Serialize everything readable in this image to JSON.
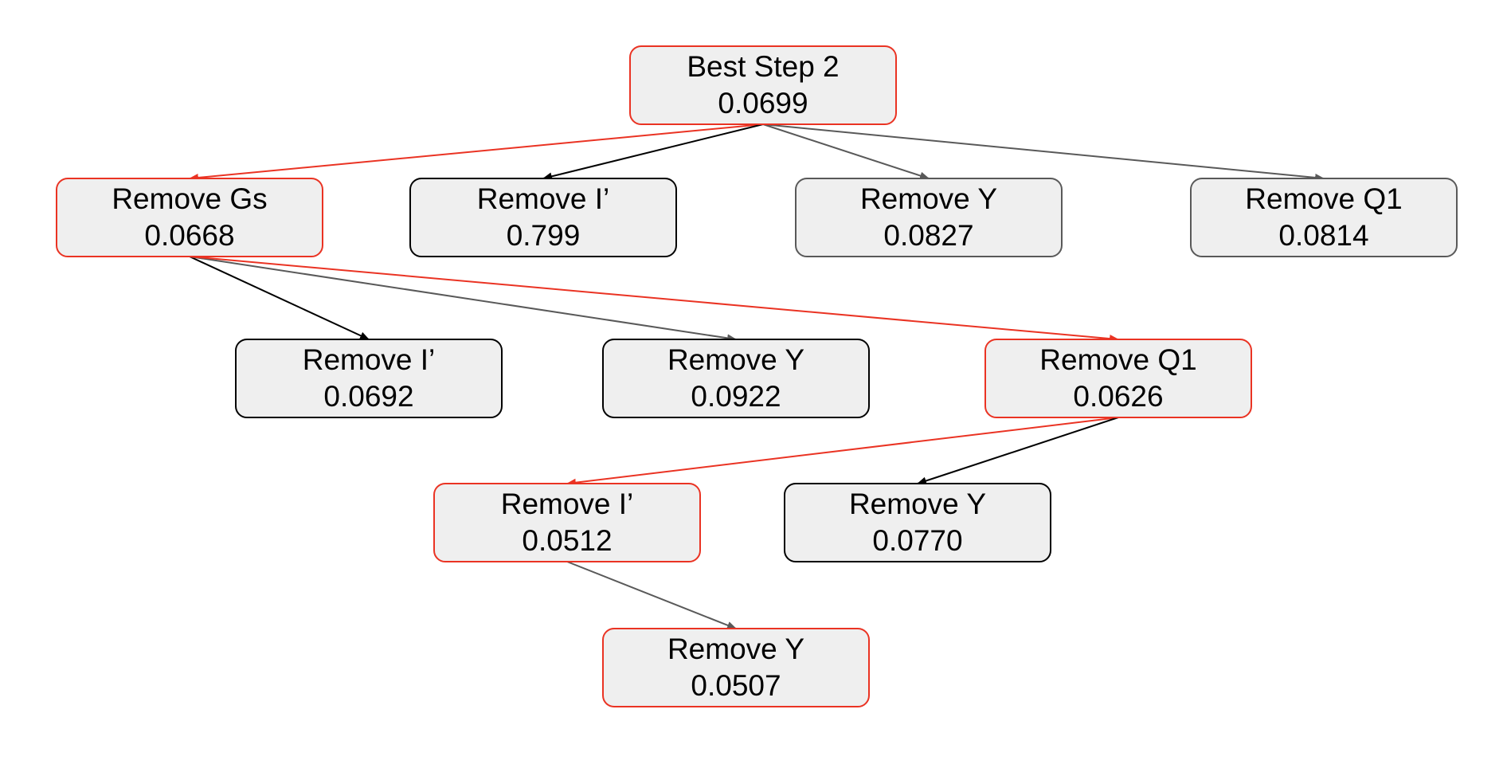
{
  "colors": {
    "highlight": "#ea3323",
    "default_border": "#000000",
    "muted_border": "#595959",
    "node_fill": "#efefef",
    "text": "#000000"
  },
  "nodes": [
    {
      "id": "best-step-2",
      "name": "Best Step 2",
      "value": "0.0699",
      "style": "highlight"
    },
    {
      "id": "l1-remove-gs",
      "name": "Remove Gs",
      "value": "0.0668",
      "style": "highlight"
    },
    {
      "id": "l1-remove-i-prime",
      "name": "Remove I’",
      "value": "0.799",
      "style": "default"
    },
    {
      "id": "l1-remove-y",
      "name": "Remove Y",
      "value": "0.0827",
      "style": "muted"
    },
    {
      "id": "l1-remove-q1",
      "name": "Remove Q1",
      "value": "0.0814",
      "style": "muted"
    },
    {
      "id": "l2-remove-i-prime",
      "name": "Remove I’",
      "value": "0.0692",
      "style": "default"
    },
    {
      "id": "l2-remove-y",
      "name": "Remove Y",
      "value": "0.0922",
      "style": "default"
    },
    {
      "id": "l2-remove-q1",
      "name": "Remove Q1",
      "value": "0.0626",
      "style": "highlight"
    },
    {
      "id": "l3-remove-i-prime",
      "name": "Remove I’",
      "value": "0.0512",
      "style": "highlight"
    },
    {
      "id": "l3-remove-y",
      "name": "Remove Y",
      "value": "0.0770",
      "style": "default"
    },
    {
      "id": "l4-remove-y",
      "name": "Remove Y",
      "value": "0.0507",
      "style": "highlight"
    }
  ],
  "edges": [
    {
      "from": "best-step-2",
      "to": "l1-remove-gs",
      "style": "highlight"
    },
    {
      "from": "best-step-2",
      "to": "l1-remove-i-prime",
      "style": "default"
    },
    {
      "from": "best-step-2",
      "to": "l1-remove-y",
      "style": "muted"
    },
    {
      "from": "best-step-2",
      "to": "l1-remove-q1",
      "style": "muted"
    },
    {
      "from": "l1-remove-gs",
      "to": "l2-remove-i-prime",
      "style": "default"
    },
    {
      "from": "l1-remove-gs",
      "to": "l2-remove-y",
      "style": "muted"
    },
    {
      "from": "l1-remove-gs",
      "to": "l2-remove-q1",
      "style": "highlight"
    },
    {
      "from": "l2-remove-q1",
      "to": "l3-remove-i-prime",
      "style": "highlight"
    },
    {
      "from": "l2-remove-q1",
      "to": "l3-remove-y",
      "style": "default"
    },
    {
      "from": "l3-remove-i-prime",
      "to": "l4-remove-y",
      "style": "muted"
    }
  ]
}
